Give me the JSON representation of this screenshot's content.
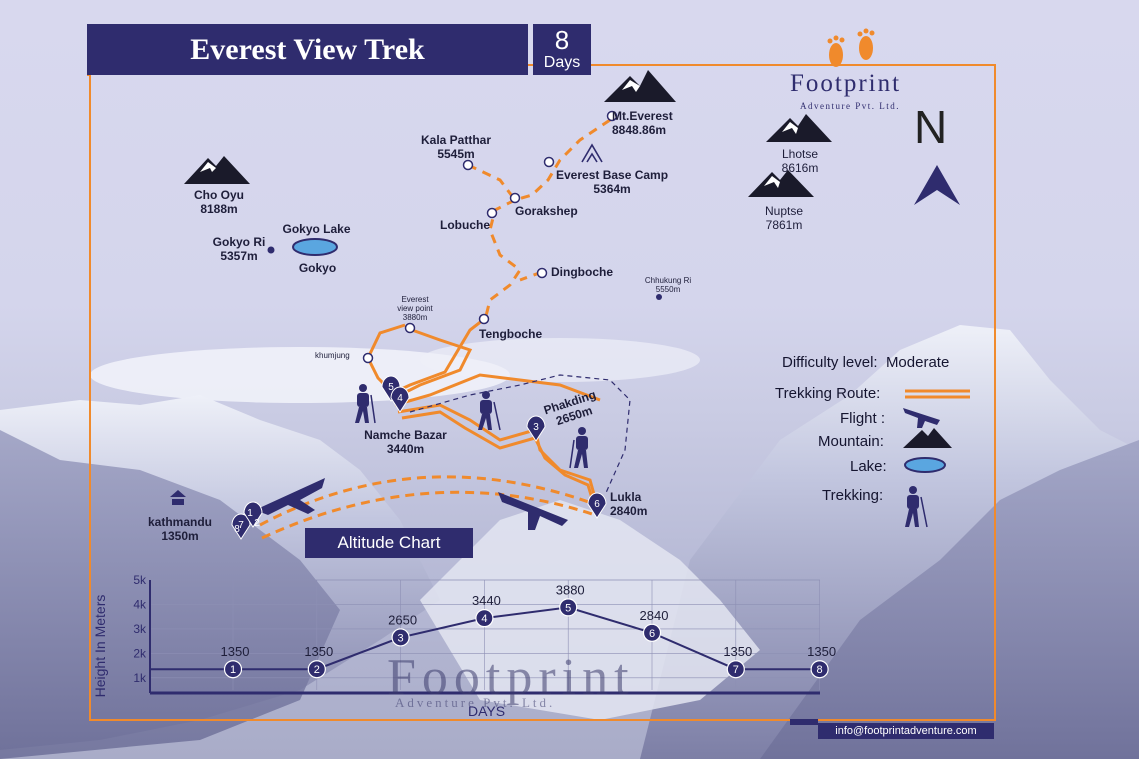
{
  "title": "Everest View Trek",
  "duration": {
    "number": "8",
    "unit": "Days"
  },
  "brand": {
    "name": "Footprint",
    "tagline": "Adventure Pvt. Ltd.",
    "email": "info@footprintadventure.com"
  },
  "compass": {
    "label": "N"
  },
  "places": {
    "mt_everest": {
      "name": "Mt.Everest",
      "alt": "8848.86m"
    },
    "ebc": {
      "name": "Everest Base Camp",
      "alt": "5364m"
    },
    "kala_patthar": {
      "name": "Kala Patthar",
      "alt": "5545m"
    },
    "gorakshep": {
      "name": "Gorakshep"
    },
    "lobuche": {
      "name": "Lobuche"
    },
    "dingboche": {
      "name": "Dingboche"
    },
    "chhukung_ri": {
      "name": "Chhukung Ri",
      "alt": "5550m"
    },
    "tengboche": {
      "name": "Tengboche"
    },
    "everest_view_point": {
      "name1": "Everest",
      "name2": "view point",
      "alt": "3880m"
    },
    "khumjung": {
      "name": "khumjung"
    },
    "namche": {
      "name": "Namche Bazar",
      "alt": "3440m"
    },
    "phakding": {
      "name": "Phakding",
      "alt": "2650m"
    },
    "lukla": {
      "name": "Lukla",
      "alt": "2840m"
    },
    "kathmandu": {
      "name": "kathmandu",
      "alt": "1350m"
    },
    "cho_oyu": {
      "name": "Cho Oyu",
      "alt": "8188m"
    },
    "gokyo_lake": {
      "name": "Gokyo Lake"
    },
    "gokyo": {
      "name": "Gokyo"
    },
    "gokyo_ri": {
      "name": "Gokyo Ri",
      "alt": "5357m"
    },
    "lhotse": {
      "name": "Lhotse",
      "alt": "8616m"
    },
    "nuptse": {
      "name": "Nuptse",
      "alt": "7861m"
    }
  },
  "route_markers": {
    "kathmandu": [
      "1",
      "2",
      "8",
      "7"
    ],
    "lukla": "6",
    "phakding": "3",
    "namche": [
      "5",
      "4"
    ]
  },
  "legend": {
    "difficulty_label": "Difficulty level:",
    "difficulty_value": "Moderate",
    "route_label": "Trekking Route:",
    "flight_label": "Flight :",
    "mountain_label": "Mountain:",
    "lake_label": "Lake:",
    "trekking_label": "Trekking:"
  },
  "chart_data": {
    "type": "line",
    "title": "Altitude Chart",
    "xlabel": "DAYS",
    "ylabel": "Height In Meters",
    "y_ticks": [
      "1k",
      "2k",
      "3k",
      "4k",
      "5k"
    ],
    "ylim": [
      500,
      5000
    ],
    "x": [
      1,
      2,
      3,
      4,
      5,
      6,
      7,
      8
    ],
    "values": [
      1350,
      1350,
      2650,
      3440,
      3880,
      2840,
      1350,
      1350
    ],
    "grid": true
  },
  "colors": {
    "navy": "#2f2c6e",
    "route": "#f08a2c",
    "frame": "#f08a2c",
    "line": "#2f2c6e"
  }
}
